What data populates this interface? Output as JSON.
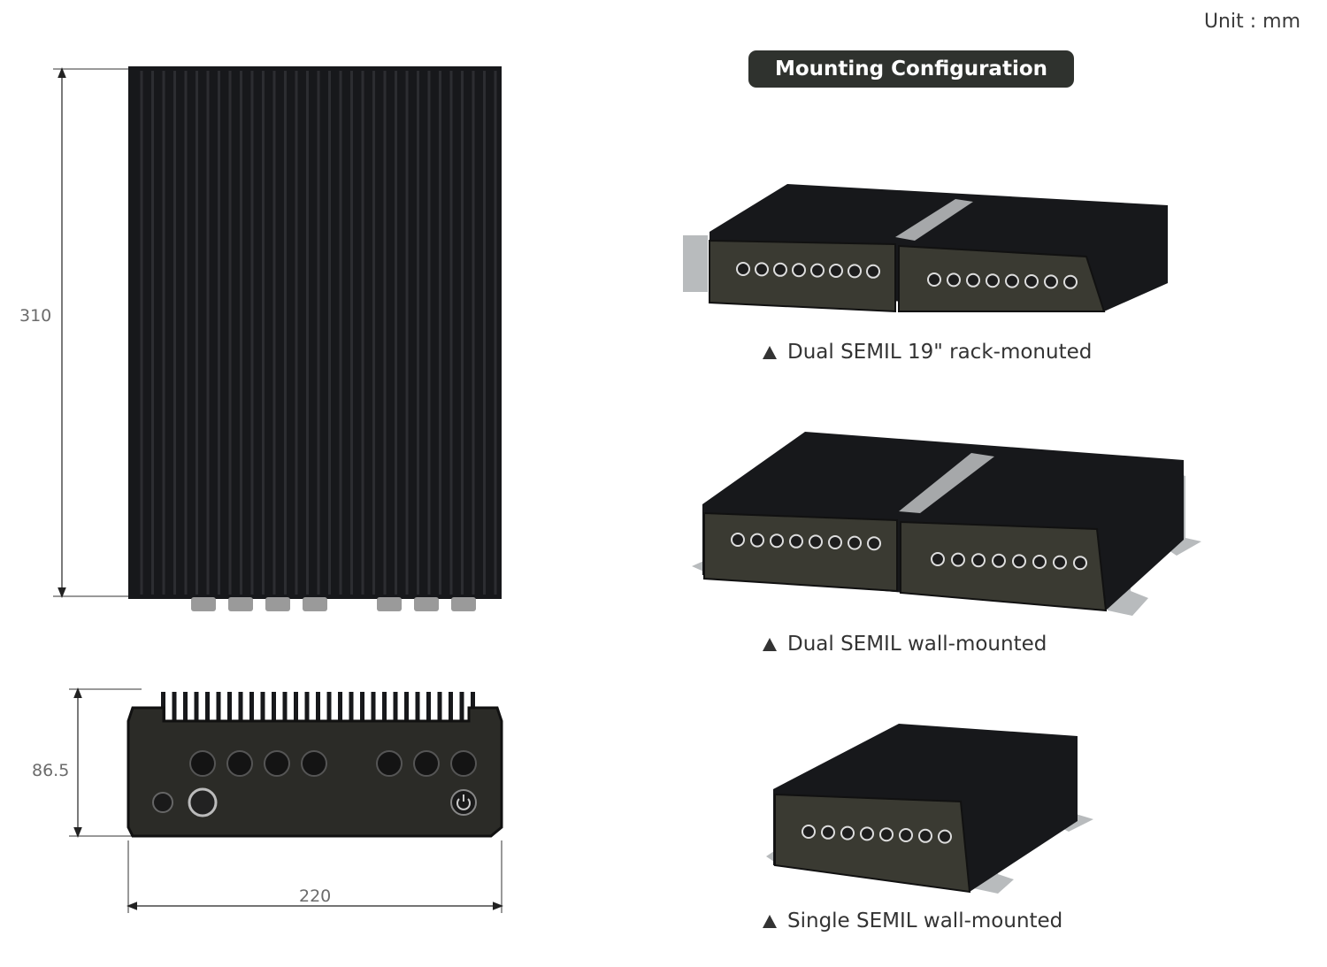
{
  "unit_label": "Unit : mm",
  "dimensions": {
    "depth": "310",
    "height": "86.5",
    "width": "220"
  },
  "mounting": {
    "title": "Mounting Configuration",
    "options": [
      {
        "caption": "Dual SEMIL 19\" rack-monuted"
      },
      {
        "caption": "Dual SEMIL wall-mounted"
      },
      {
        "caption": "Single SEMIL wall-mounted"
      }
    ]
  },
  "icons": {
    "caption_marker": "triangle-up-icon"
  },
  "colors": {
    "chassis": "#17181b",
    "panel": "#3a3a32",
    "bracket": "#b8bbbd",
    "title_bg": "#2f322e"
  }
}
